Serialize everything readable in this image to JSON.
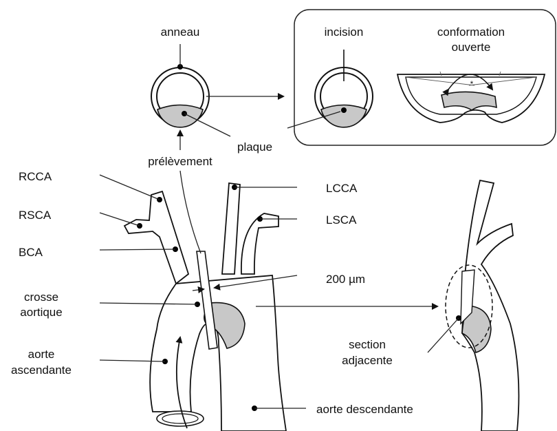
{
  "labels": {
    "anneau": "anneau",
    "incision": "incision",
    "conformation_line1": "conformation",
    "conformation_line2": "ouverte",
    "plaque": "plaque",
    "prelevement": "prélèvement",
    "rcca": "RCCA",
    "rsca": "RSCA",
    "bca": "BCA",
    "crosse_line1": "crosse",
    "crosse_line2": "aortique",
    "aorte_asc_line1": "aorte",
    "aorte_asc_line2": "ascendante",
    "lcca": "LCCA",
    "lsca": "LSCA",
    "thickness": "200 µm",
    "section_line1": "section",
    "section_line2": "adjacente",
    "aorte_desc": "aorte descendante",
    "open_marker": "*"
  }
}
